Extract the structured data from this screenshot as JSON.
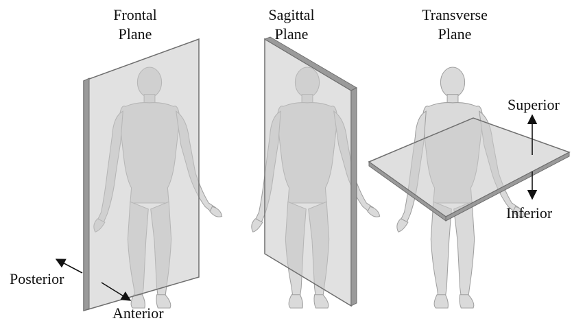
{
  "titles": {
    "frontal": {
      "line1": "Frontal",
      "line2": "Plane"
    },
    "sagittal": {
      "line1": "Sagittal",
      "line2": "Plane"
    },
    "transverse": {
      "line1": "Transverse",
      "line2": "Plane"
    }
  },
  "directions": {
    "posterior": "Posterior",
    "anterior": "Anterior",
    "superior": "Superior",
    "inferior": "Inferior"
  },
  "colors": {
    "plane_fill": "#c9c9c9",
    "plane_edge": "#6f6f6f",
    "body_fill": "#dadada",
    "body_edge": "#a0a0a0"
  }
}
